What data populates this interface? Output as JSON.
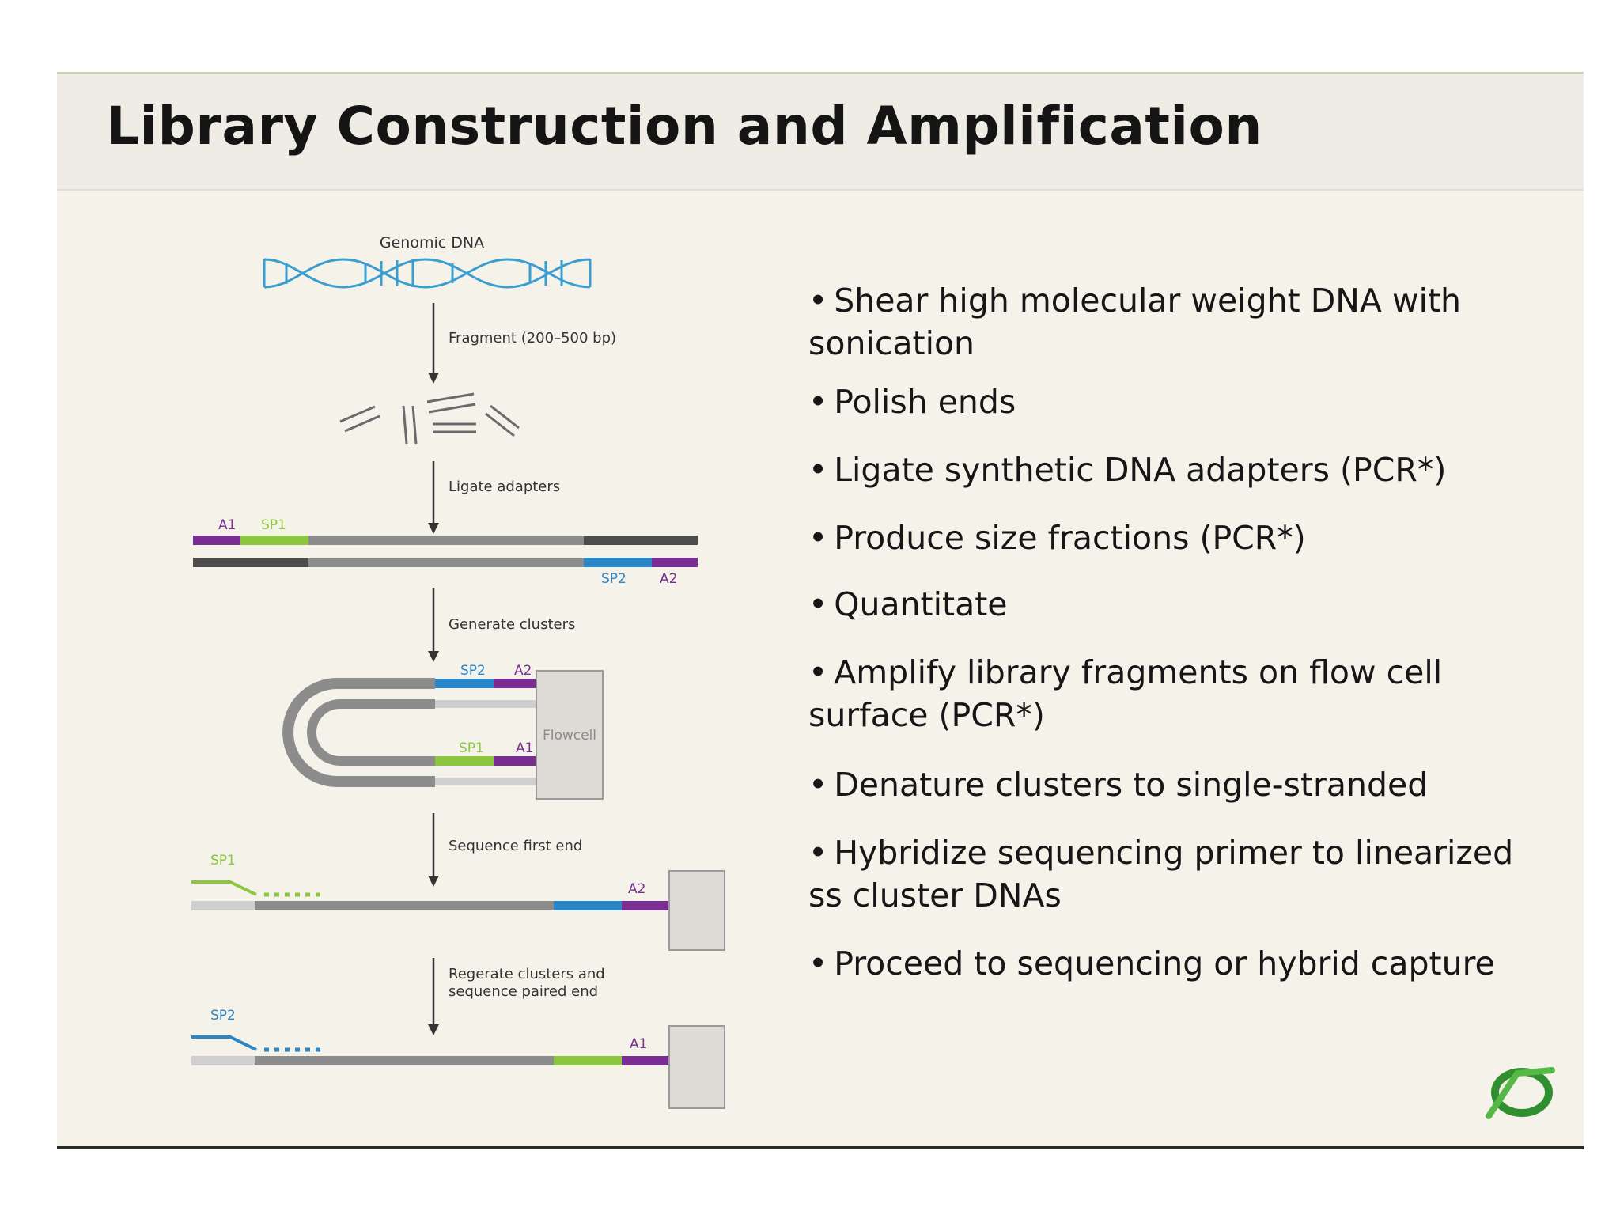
{
  "slide": {
    "title": "Library Construction and Amplification",
    "bullets": [
      "Shear high molecular weight DNA with sonication",
      "Polish ends",
      "Ligate synthetic DNA adapters (PCR*)",
      "Produce size fractions (PCR*)",
      "Quantitate",
      "Amplify library fragments on  flow cell  surface (PCR*)",
      "Denature clusters to single-stranded",
      "Hybridize sequencing primer to linearized ss cluster DNAs",
      "Proceed to sequencing or hybrid capture"
    ]
  },
  "diagram": {
    "genomic_dna_label": "Genomic DNA",
    "steps": {
      "fragment": "Fragment (200–500 bp)",
      "ligate": "Ligate adapters",
      "generate": "Generate clusters",
      "sequence_first": "Sequence first end",
      "regenerate_line1": "Regerate clusters and",
      "regenerate_line2": "sequence paired end"
    },
    "adapter_labels": {
      "a1": "A1",
      "sp1": "SP1",
      "sp2": "SP2",
      "a2": "A2"
    },
    "flowcell_label": "Flowcell"
  },
  "colors": {
    "purple": "#7a2e93",
    "green": "#8dc63f",
    "blue": "#2a86c6",
    "dark_gray": "#4d4d4d",
    "mid_gray": "#8c8c8c",
    "light_gray": "#c9c9c9",
    "dna_blue": "#3a9fd0",
    "logo_green": "#3aa23a"
  },
  "logo": {
    "icon": "sigma-logo-icon"
  }
}
